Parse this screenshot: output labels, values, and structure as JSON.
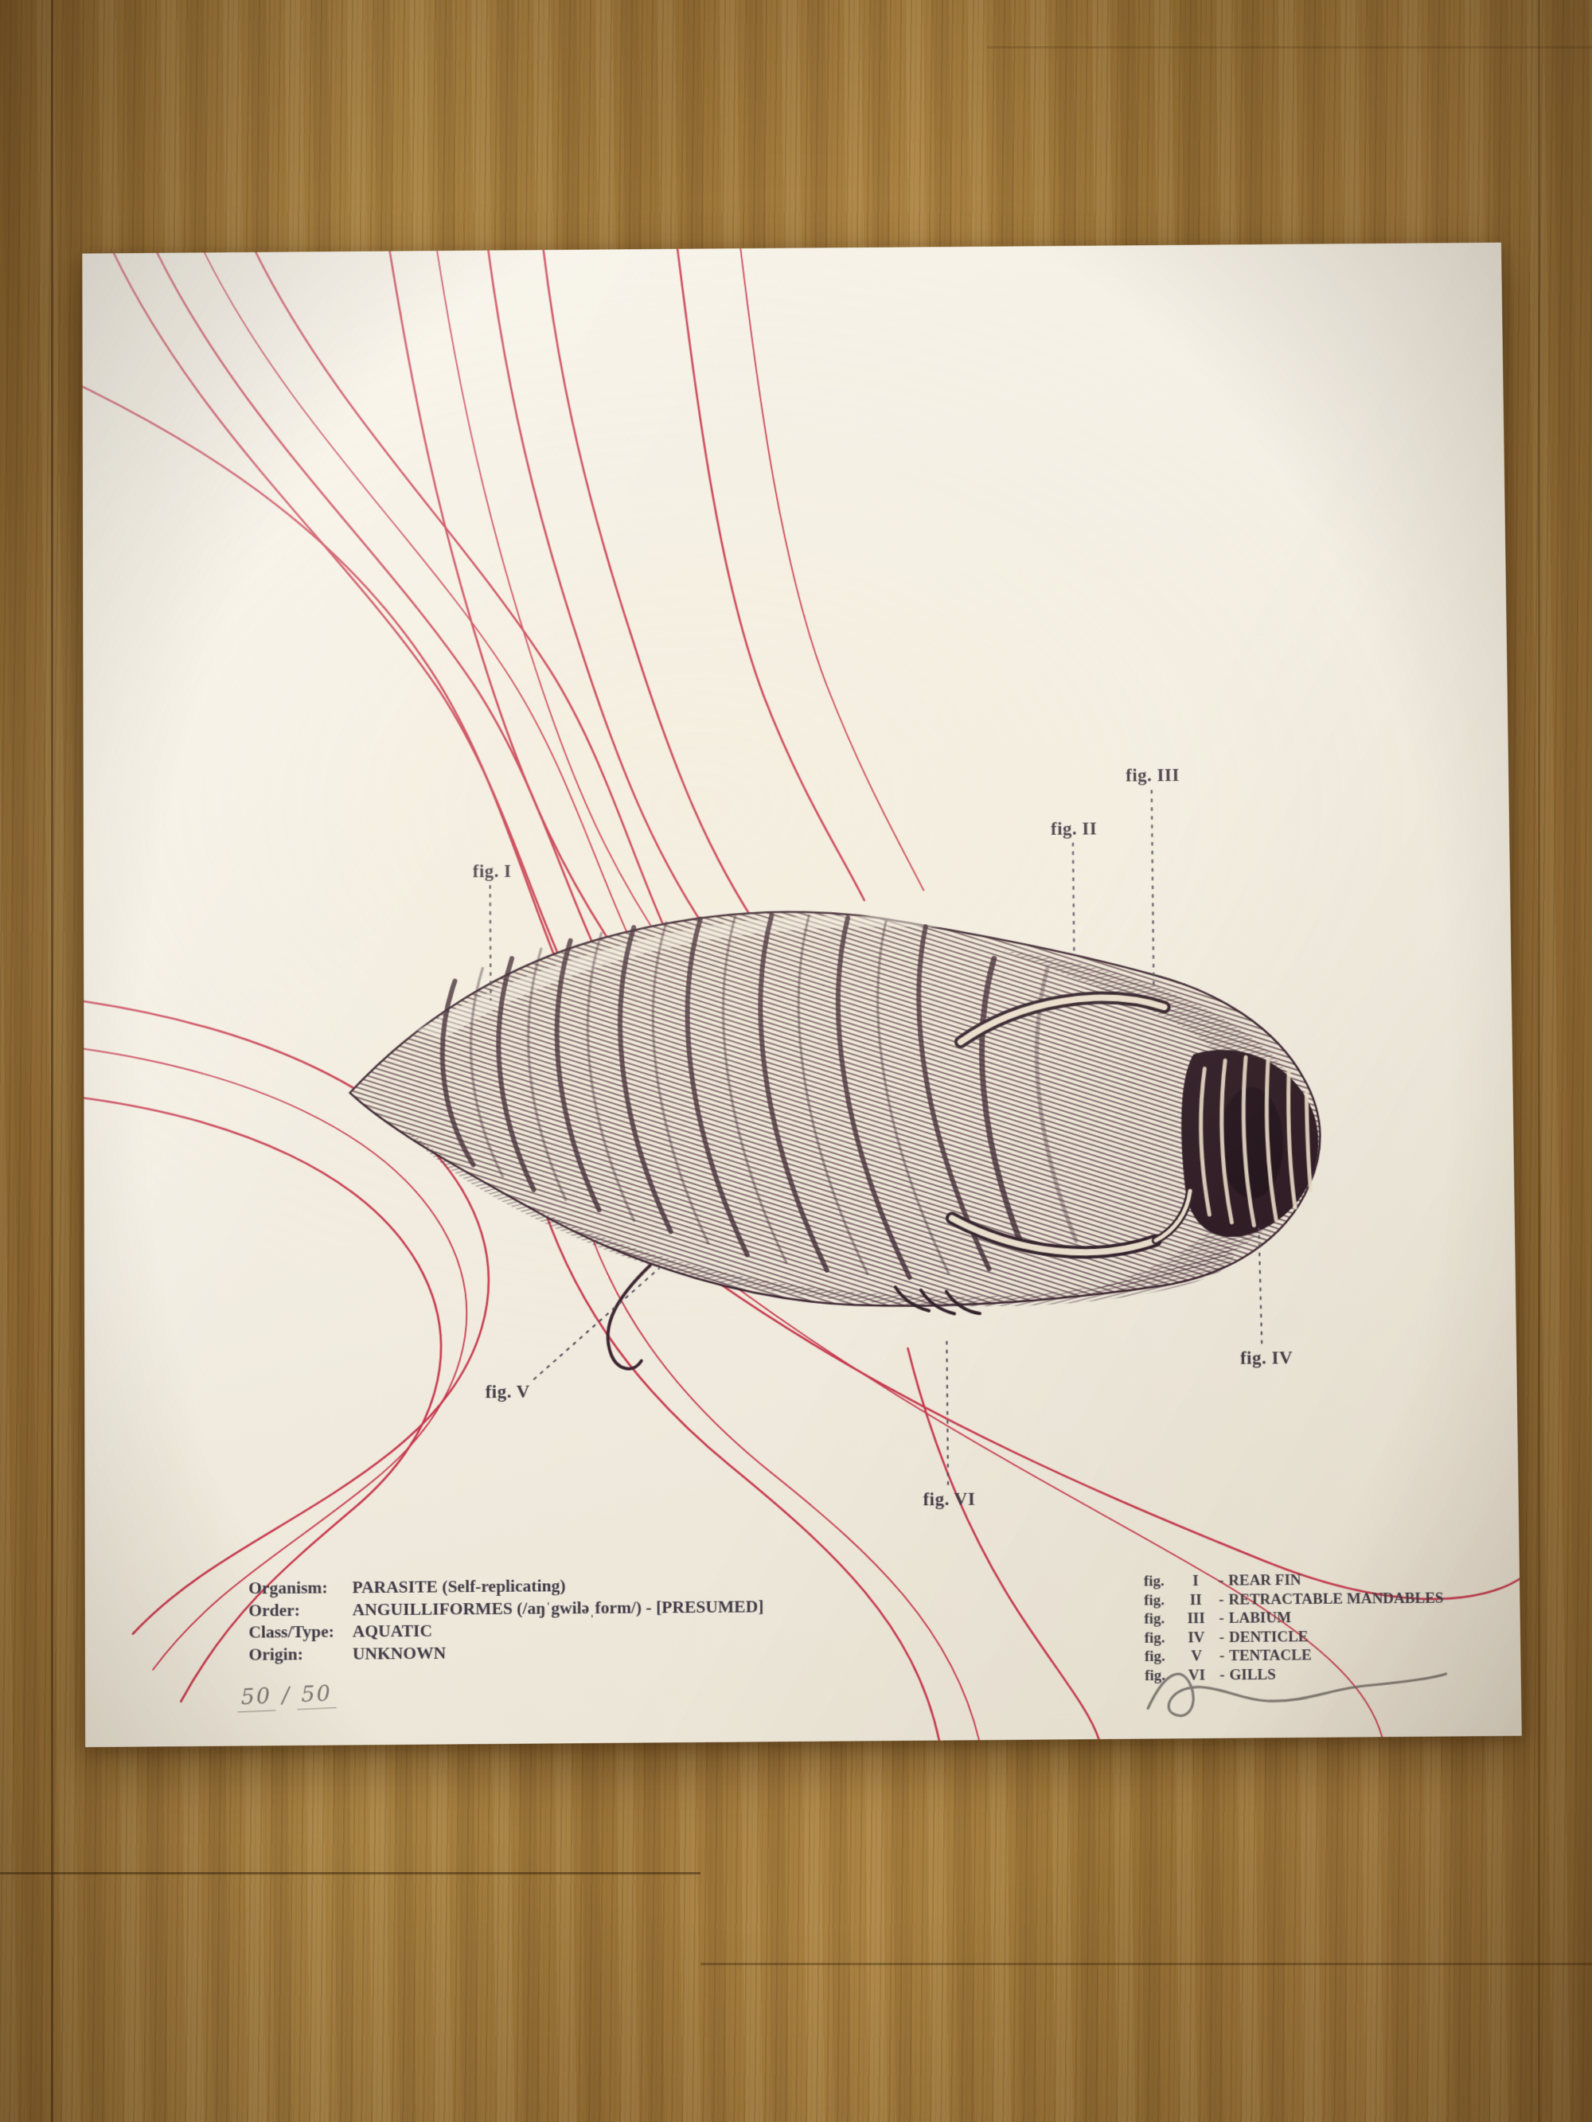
{
  "figure_labels": [
    {
      "text": "fig. I"
    },
    {
      "text": "fig. II"
    },
    {
      "text": "fig. III"
    },
    {
      "text": "fig. IV"
    },
    {
      "text": "fig. V"
    },
    {
      "text": "fig. VI"
    }
  ],
  "taxonomy": {
    "rows": [
      {
        "label": "Organism:",
        "value": "PARASITE (Self-replicating)"
      },
      {
        "label": "Order:",
        "value": "ANGUILLIFORMES (/aŋˈgwiləˌform/) - [PRESUMED]"
      },
      {
        "label": "Class/Type:",
        "value": "AQUATIC"
      },
      {
        "label": "Origin:",
        "value": "UNKNOWN"
      }
    ]
  },
  "legend": {
    "rows": [
      {
        "fig": "fig.",
        "numeral": "I",
        "sep": "-",
        "name": "REAR FIN"
      },
      {
        "fig": "fig.",
        "numeral": "II",
        "sep": "-",
        "name": "RETRACTABLE MANDABLES"
      },
      {
        "fig": "fig.",
        "numeral": "III",
        "sep": "-",
        "name": "LABIUM"
      },
      {
        "fig": "fig.",
        "numeral": "IV",
        "sep": "-",
        "name": "DENTICLE"
      },
      {
        "fig": "fig.",
        "numeral": "V",
        "sep": "-",
        "name": "TENTACLE"
      },
      {
        "fig": "fig.",
        "numeral": "VI",
        "sep": "-",
        "name": "GILLS"
      }
    ]
  },
  "edition": {
    "numerator": "50",
    "separator": "/",
    "denominator": "50"
  },
  "colors": {
    "paper": "#f2ede1",
    "wood": "#a37c3e",
    "filament_red": "#c1203a",
    "engraving_ink": "#3a2330",
    "text_ink": "#3f3a45",
    "pencil": "#787470"
  }
}
